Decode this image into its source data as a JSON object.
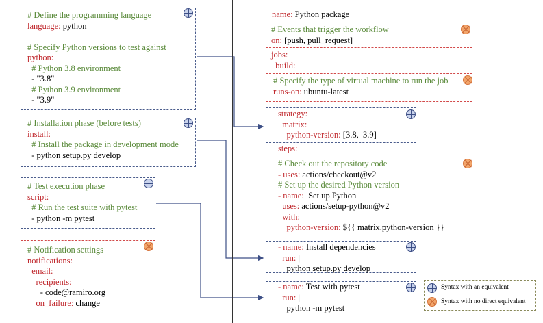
{
  "left": {
    "box1": {
      "lines": [
        {
          "c": "# Define the programming language"
        },
        {
          "k": "language:",
          "v": " python"
        },
        {
          "c": ""
        },
        {
          "c": "# Specify Python versions to test against"
        },
        {
          "k": "python:"
        },
        {
          "c": "  # Python 3.8 environment"
        },
        {
          "v": "  - \"3.8\""
        },
        {
          "c": "  # Python 3.9 environment"
        },
        {
          "v": "  - \"3.9\""
        }
      ]
    },
    "box2": {
      "lines": [
        {
          "c": "# Installation phase (before tests)"
        },
        {
          "k": "install:"
        },
        {
          "c": "  # Install the package in development mode"
        },
        {
          "v": "  - python setup.py develop"
        }
      ]
    },
    "box3": {
      "lines": [
        {
          "c": "# Test execution phase"
        },
        {
          "k": "script:"
        },
        {
          "c": "  # Run the test suite with pytest"
        },
        {
          "v": "  - python -m pytest"
        }
      ]
    },
    "box4": {
      "lines": [
        {
          "c": "# Notification settings"
        },
        {
          "k": "notifications:"
        },
        {
          "k": "  email:"
        },
        {
          "k": "    recipients:"
        },
        {
          "v": "      - code@ramiro.org"
        },
        {
          "k": "    on_failure:",
          "v": " change"
        }
      ]
    }
  },
  "right": {
    "name_line": {
      "k": "name:",
      "v": " Python package"
    },
    "box_on": {
      "lines": [
        {
          "c": "# Events that trigger the workflow"
        },
        {
          "k": "on:",
          "v": " [push, pull_request]"
        }
      ]
    },
    "jobs": {
      "k": "jobs:"
    },
    "build": {
      "k": "  build:"
    },
    "box_runs": {
      "lines": [
        {
          "c": "# Specify the type of virtual machine to run the job"
        },
        {
          "k": "runs-on:",
          "v": " ubuntu-latest"
        }
      ]
    },
    "box_strategy": {
      "lines": [
        {
          "k": "strategy:"
        },
        {
          "k": "  matrix:"
        },
        {
          "k": "    python-version:",
          "v": " [3.8,  3.9]"
        }
      ]
    },
    "steps": {
      "k": "steps:"
    },
    "box_steps": {
      "lines": [
        {
          "c": "# Check out the repository code"
        },
        {
          "k": "- uses:",
          "v": " actions/checkout@v2"
        },
        {
          "c": "# Set up the desired Python version"
        },
        {
          "k": "- name:",
          "v": "  Set up Python"
        },
        {
          "k": "  uses:",
          "v": " actions/setup-python@v2"
        },
        {
          "k": "  with:"
        },
        {
          "k": "    python-version:",
          "v": " ${{ matrix.python-version }}"
        }
      ]
    },
    "box_install": {
      "lines": [
        {
          "k": "- name:",
          "v": " Install dependencies"
        },
        {
          "k": "  run:",
          "v": " |"
        },
        {
          "v": "    python setup.py develop"
        }
      ]
    },
    "box_test": {
      "lines": [
        {
          "k": "- name:",
          "v": " Test with pytest"
        },
        {
          "k": "  run:",
          "v": " |"
        },
        {
          "v": "    python -m pytest"
        }
      ]
    }
  },
  "legend": {
    "equivalent": "Syntax with an equivalent",
    "no_equivalent": "Syntax with no direct equivalent"
  },
  "colors": {
    "comment": "#5a8a3a",
    "key": "#c0282d",
    "blue_border": "#4a5c8c",
    "red_border": "#d24a4a"
  }
}
